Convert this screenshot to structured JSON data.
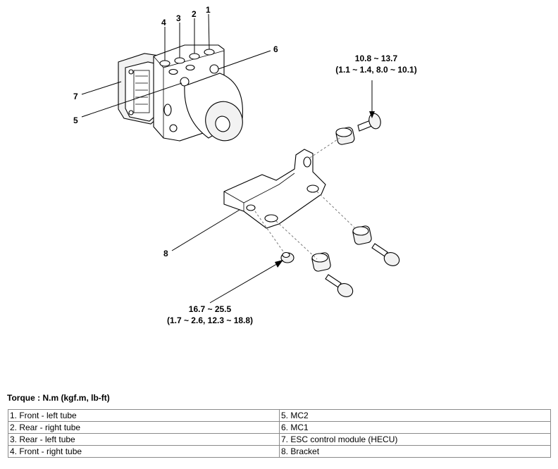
{
  "callouts": {
    "c1": "1",
    "c2": "2",
    "c3": "3",
    "c4": "4",
    "c5": "5",
    "c6": "6",
    "c7": "7",
    "c8": "8"
  },
  "torque_specs": {
    "upper": {
      "line1": "10.8 ~ 13.7",
      "line2": "(1.1 ~ 1.4, 8.0 ~ 10.1)"
    },
    "lower": {
      "line1": "16.7 ~ 25.5",
      "line2": "(1.7 ~ 2.6, 12.3 ~ 18.8)"
    }
  },
  "torque_title": "Torque : N.m (kgf.m, lb-ft)",
  "parts_table": {
    "rows": [
      [
        "1. Front - left tube",
        "5. MC2"
      ],
      [
        "2. Rear - right tube",
        "6. MC1"
      ],
      [
        "3. Rear - left tube",
        "7. ESC control module (HECU)"
      ],
      [
        "4. Front - right tube",
        "8. Bracket"
      ]
    ]
  }
}
